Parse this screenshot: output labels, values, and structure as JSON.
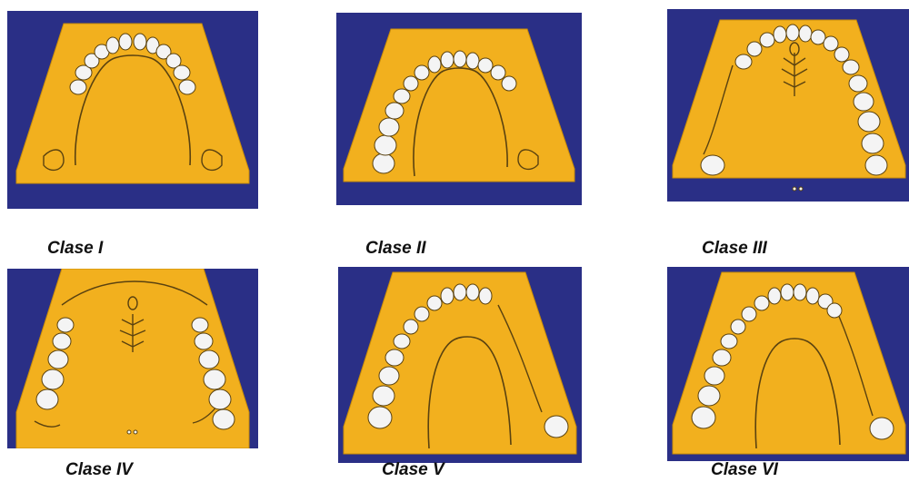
{
  "colors": {
    "background": "#2a2f86",
    "cast": "#f2b01e",
    "outline": "#5a4210",
    "tooth": "#f4f4f4"
  },
  "panels": [
    {
      "caption": "Clase I",
      "edentulous": [
        "post-left",
        "post-right"
      ]
    },
    {
      "caption": "Clase II",
      "edentulous": [
        "post-right"
      ]
    },
    {
      "caption": "Clase III",
      "edentulous": [
        "mid-left"
      ]
    },
    {
      "caption": "Clase IV",
      "edentulous": [
        "anterior"
      ]
    },
    {
      "caption": "Clase V",
      "edentulous": [
        "mid-right"
      ]
    },
    {
      "caption": "Clase VI",
      "edentulous": [
        "mid-right-short"
      ]
    }
  ]
}
